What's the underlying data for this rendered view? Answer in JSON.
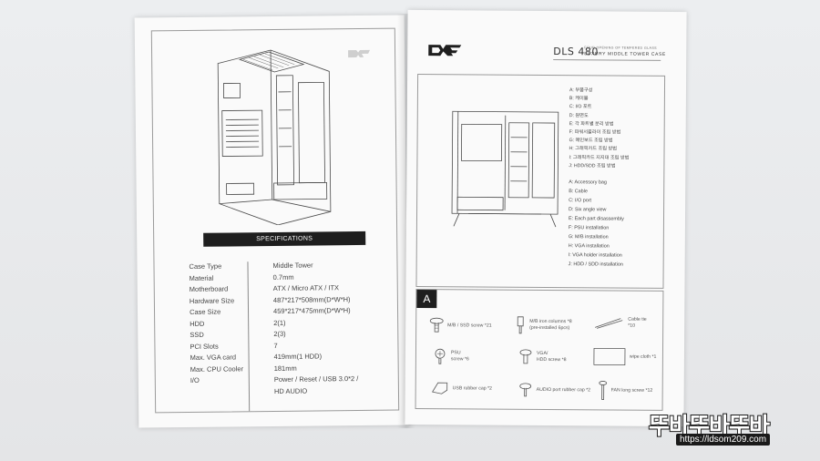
{
  "left_page": {
    "spec_heading": "SPECIFICATIONS",
    "specs": [
      {
        "key": "Case Type",
        "value": "Middle Tower"
      },
      {
        "key": "Material",
        "value": "0.7mm"
      },
      {
        "key": "Motherboard",
        "value": "ATX / Micro ATX / ITX"
      },
      {
        "key": "Hardware Size",
        "value": "487*217*508mm(D*W*H)"
      },
      {
        "key": "Case Size",
        "value": "459*217*475mm(D*W*H)"
      },
      {
        "key": "HDD",
        "value": "2(1)"
      },
      {
        "key": "SSD",
        "value": "2(3)"
      },
      {
        "key": "PCI Slots",
        "value": "7"
      },
      {
        "key": "Max. VGA card",
        "value": "419mm(1 HDD)"
      },
      {
        "key": "Max. CPU Cooler",
        "value": "181mm"
      },
      {
        "key": "I/O",
        "value": "Power / Reset / USB 3.0*2 /"
      },
      {
        "key": "",
        "value": "HD AUDIO"
      }
    ]
  },
  "right_page": {
    "model": "DLS 480",
    "model_sub1": "FOUR OPENING OF TEMPERED GLASS",
    "model_sub2": "LUXURY MIDDLE TOWER CASE",
    "legend_kr": [
      "A: 부품구성",
      "B: 케이블",
      "C: I/O 포트",
      "D: 원면도",
      "E: 각 파트별 분리 방법",
      "F: 파워서플라이 조립 방법",
      "G: 메인보드 조립 방법",
      "H: 그래픽카드 조립 방법",
      "I: 그래픽카드 지지대 조립 방법",
      "J: HDD/SDD 조립 방법"
    ],
    "legend_en": [
      "A: Accessory bag",
      "B: Cable",
      "C: I/O port",
      "D: Six angle view",
      "E: Each part disassembly",
      "F: PSU installation",
      "G: M/B installation",
      "H: VGA installation",
      "I: VGA holder installation",
      "J: HDD / SDD installation"
    ],
    "accessory_badge": "A",
    "accessories": {
      "mb_ssd_screw": "M/B / SSD screw *21",
      "mb_iron_columns_1": "M/B iron columns *8",
      "mb_iron_columns_2": "(pre-installed 6pcs)",
      "cable_tie_1": "Cable tie",
      "cable_tie_2": "*10",
      "psu_screw_1": "PSU",
      "psu_screw_2": "screw *6",
      "vga_hdd_screw_1": "VGA/",
      "vga_hdd_screw_2": "HDD screw *8",
      "wipe_cloth": "wipe cloth *1",
      "usb_rubber_cap": "USB rubber cap *2",
      "audio_rubber_cap": "AUDIO port rubber cap *2",
      "fan_long_screw": "FAN long screw *12"
    }
  },
  "watermark": {
    "main": "뚜바뚜바뚜바",
    "url": "https://ldsom209.com"
  }
}
